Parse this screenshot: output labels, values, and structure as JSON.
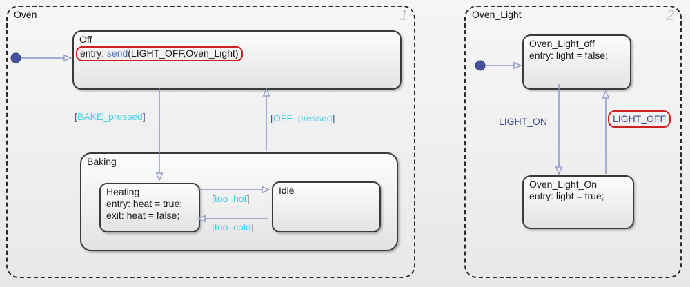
{
  "colors": {
    "transition_line": "#8b94c7",
    "initial_dot": "#44519e",
    "condition_text": "#41cdea",
    "condition_bracket": "#4d5a80",
    "event_label_text": "#3c4d8f",
    "keyword_blue": "#4a76b8",
    "highlight_red": "#cf1f1f",
    "state_border": "#3a3a3a"
  },
  "oven": {
    "title": "Oven",
    "order": "1",
    "states": {
      "off": {
        "title": "Off",
        "entry_prefix": "entry: ",
        "entry_keyword": "send",
        "entry_args": "(LIGHT_OFF,Oven_Light)"
      },
      "baking": {
        "title": "Baking",
        "heating": {
          "title": "Heating",
          "entry": "entry: heat = true;",
          "exit": "exit: heat = false;"
        },
        "idle": {
          "title": "Idle"
        }
      }
    },
    "transitions": {
      "bake_pressed": {
        "open": "[",
        "condition": "BAKE_pressed",
        "close": "]"
      },
      "off_pressed": {
        "open": "[",
        "condition": "OFF_pressed",
        "close": "]"
      },
      "too_hot": {
        "open": "[",
        "condition": "too_hot",
        "close": "]"
      },
      "too_cold": {
        "open": "[",
        "condition": "too_cold",
        "close": "]"
      }
    }
  },
  "oven_light": {
    "title": "Oven_Light",
    "order": "2",
    "states": {
      "off": {
        "title": "Oven_Light_off",
        "entry": "entry: light = false;"
      },
      "on": {
        "title": "Oven_Light_On",
        "entry": "entry: light = true;"
      }
    },
    "transitions": {
      "light_on": {
        "label": "LIGHT_ON"
      },
      "light_off": {
        "label": "LIGHT_OFF"
      }
    }
  }
}
